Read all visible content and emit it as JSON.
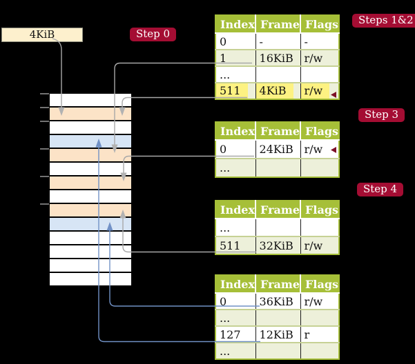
{
  "frame_box": {
    "label": "4KiB"
  },
  "badges": {
    "step0": "Step 0",
    "steps12": "Steps 1&2",
    "step3": "Step 3",
    "step4": "Step 4"
  },
  "memory": {
    "description": "physical memory frames, 4KiB per row",
    "rows": [
      "white",
      "peach",
      "white",
      "blue",
      "peach",
      "white",
      "peach",
      "white",
      "peach",
      "blue",
      "white",
      "white",
      "white",
      "white"
    ]
  },
  "tables": [
    {
      "id": "page-table-1",
      "headers": [
        "Index",
        "Frame",
        "Flags"
      ],
      "rows": [
        {
          "cells": [
            "0",
            "-",
            "-"
          ]
        },
        {
          "cells": [
            "1",
            "16KiB",
            "r/w"
          ]
        },
        {
          "cells": [
            "...",
            "",
            ""
          ]
        },
        {
          "cells": [
            "511",
            "4KiB",
            "r/w"
          ],
          "highlight": true
        }
      ]
    },
    {
      "id": "page-table-2",
      "headers": [
        "Index",
        "Frame",
        "Flags"
      ],
      "rows": [
        {
          "cells": [
            "0",
            "24KiB",
            "r/w"
          ]
        },
        {
          "cells": [
            "...",
            "",
            ""
          ]
        }
      ]
    },
    {
      "id": "page-table-3",
      "headers": [
        "Index",
        "Frame",
        "Flags"
      ],
      "rows": [
        {
          "cells": [
            "...",
            "",
            ""
          ]
        },
        {
          "cells": [
            "511",
            "32KiB",
            "r/w"
          ]
        }
      ]
    },
    {
      "id": "page-table-4",
      "headers": [
        "Index",
        "Frame",
        "Flags"
      ],
      "rows": [
        {
          "cells": [
            "0",
            "36KiB",
            "r/w"
          ]
        },
        {
          "cells": [
            "...",
            "",
            ""
          ]
        },
        {
          "cells": [
            "127",
            "12KiB",
            "r"
          ]
        },
        {
          "cells": [
            "...",
            "",
            ""
          ]
        }
      ]
    }
  ],
  "colors": {
    "background": "#000000",
    "table_header_green": "#a6bf38",
    "table_row_shade": "#edf0da",
    "highlight_yellow": "#fdf282",
    "badge_red": "#a40d33",
    "frame_table_peach": "#fce3c7",
    "frame_mapped_blue": "#d7e5f5",
    "root_box_cream": "#fdf0cd",
    "arrow_gray": "#a8a8a8",
    "arrow_blue": "#7191c6"
  }
}
